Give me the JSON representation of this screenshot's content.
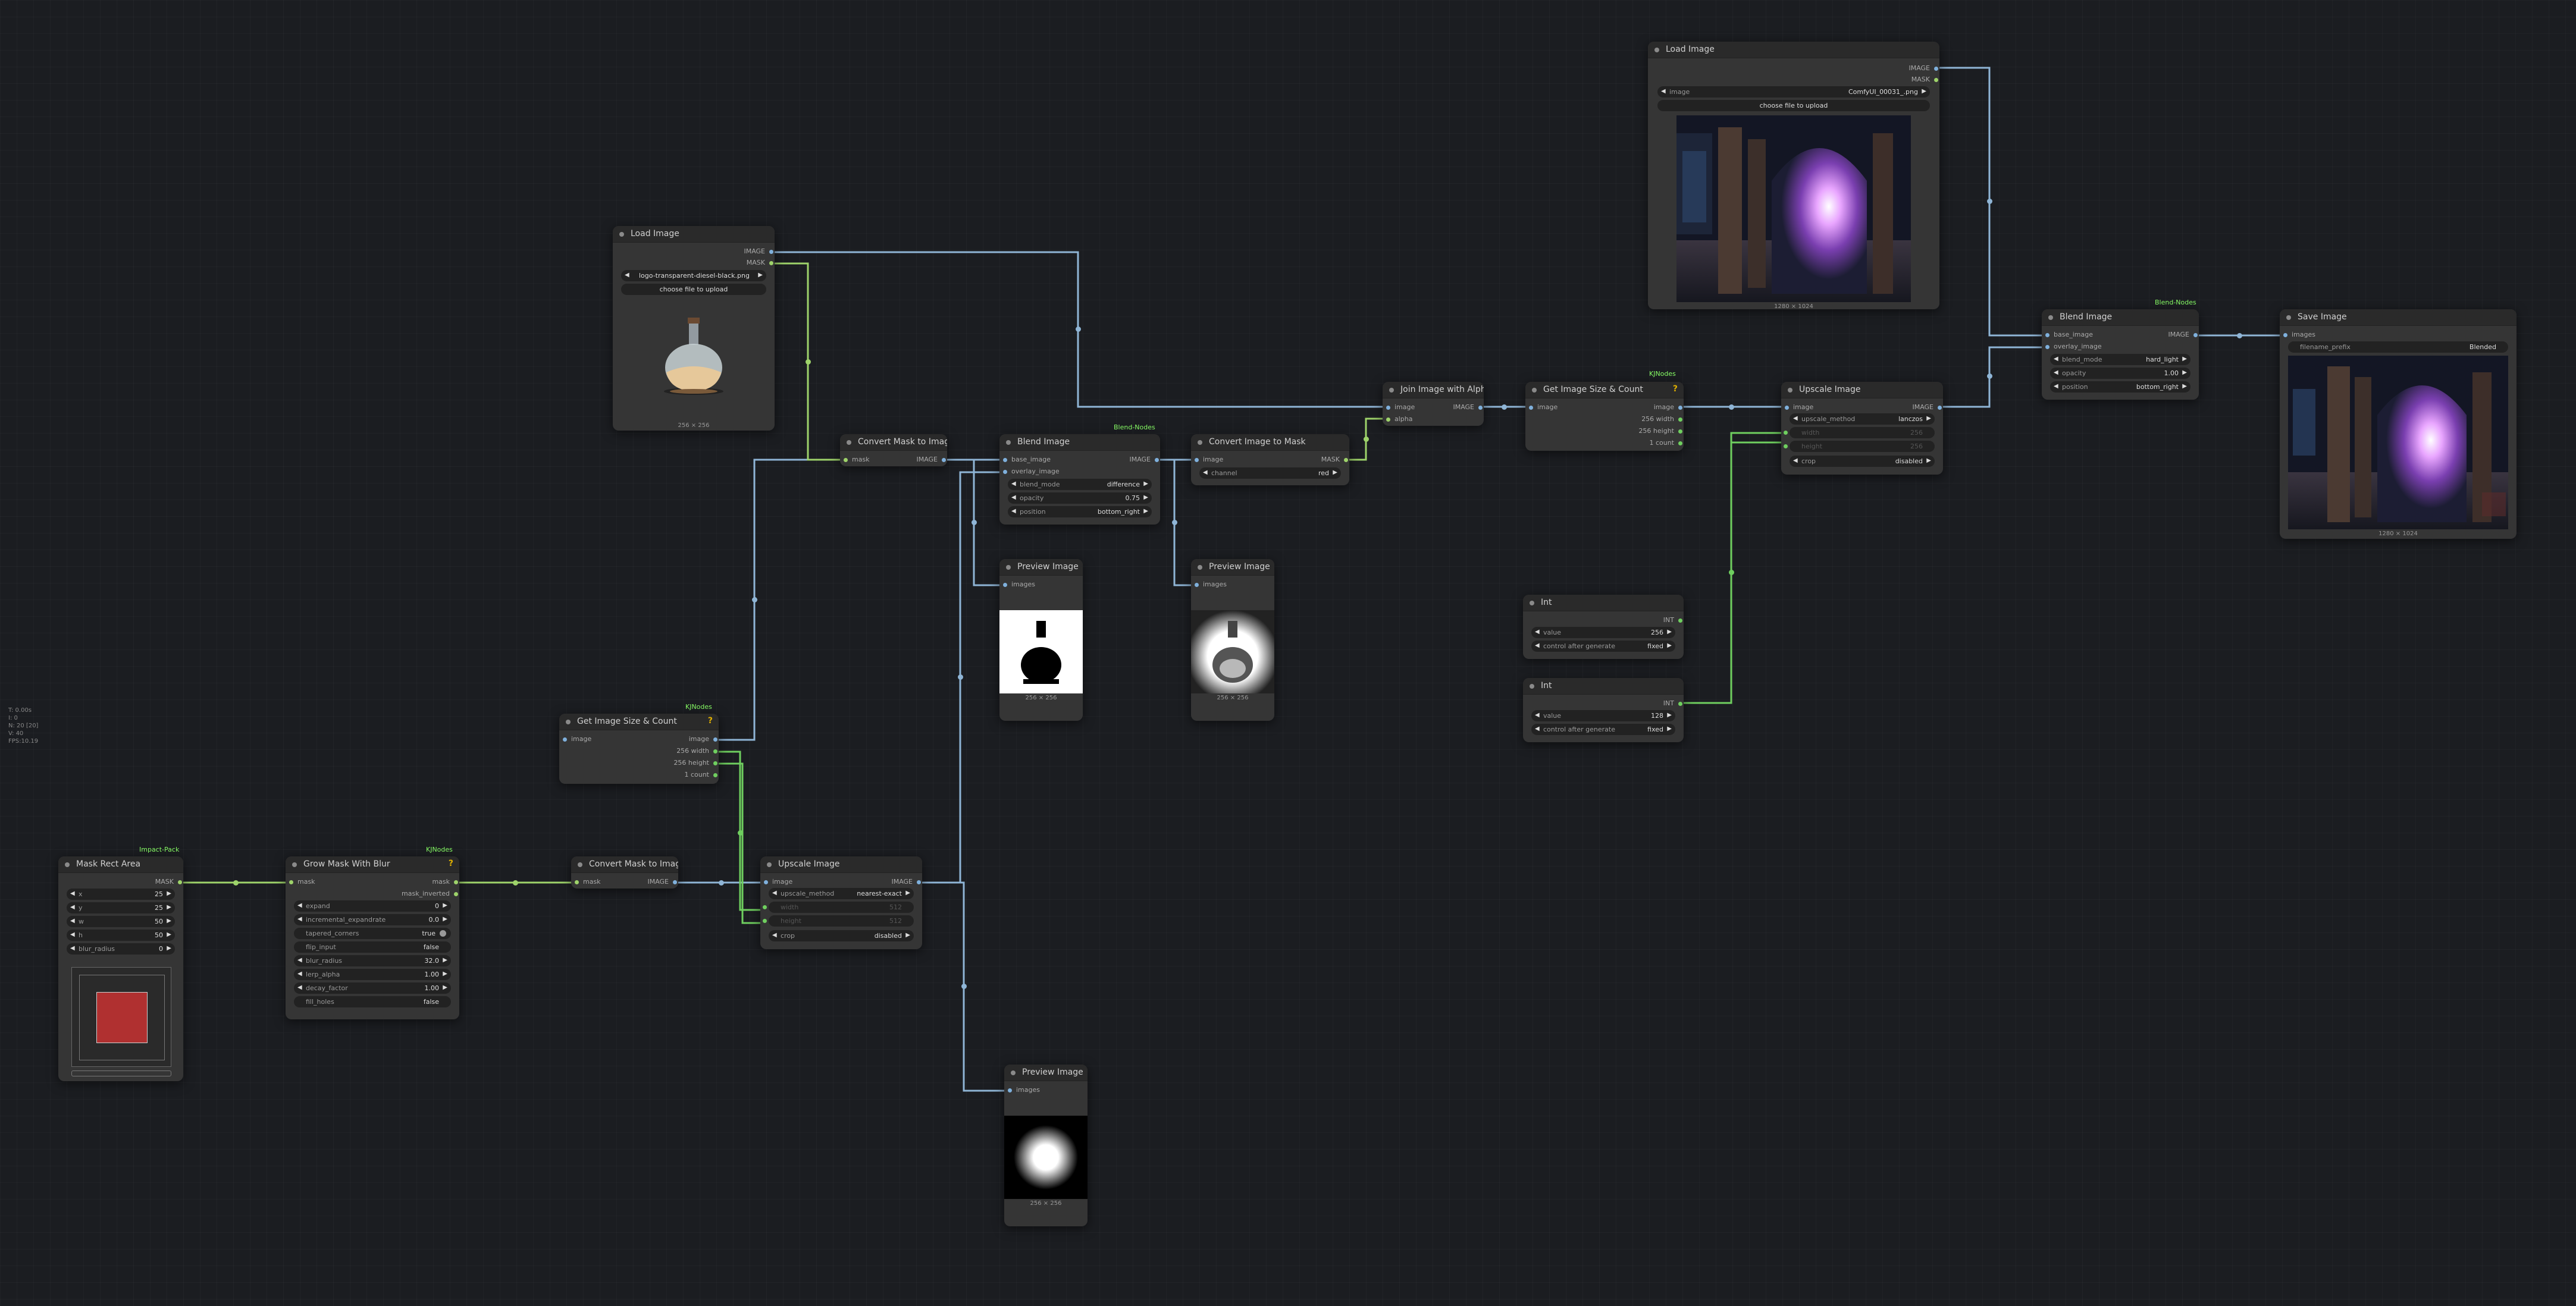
{
  "stats": [
    "T: 0.00s",
    "I: 0",
    "N: 20 [20]",
    "V: 40",
    "FPS:10.19"
  ],
  "nodes": {
    "load_image_top": {
      "title": "Load Image",
      "outputs": [
        "IMAGE",
        "MASK"
      ],
      "image_value": "ComfyUI_00031_.png",
      "upload_label": "choose file to upload",
      "caption": "1280 × 1024"
    },
    "load_image_mid": {
      "title": "Load Image",
      "outputs": [
        "IMAGE",
        "MASK"
      ],
      "image_value": "logo-transparent-diesel-black.png",
      "upload_label": "choose file to upload",
      "caption": "256 × 256"
    },
    "convert_mask_1": {
      "title": "Convert Mask to Image",
      "input": "mask",
      "output": "IMAGE"
    },
    "blend_1": {
      "title": "Blend Image",
      "badge": "Blend-Nodes",
      "inputs": [
        "base_image",
        "overlay_image"
      ],
      "output": "IMAGE",
      "widgets": [
        {
          "label": "blend_mode",
          "value": "difference"
        },
        {
          "label": "opacity",
          "value": "0.75"
        },
        {
          "label": "position",
          "value": "bottom_right"
        }
      ]
    },
    "convert_image_mask": {
      "title": "Convert Image to Mask",
      "input": "image",
      "output": "MASK",
      "widget": {
        "label": "channel",
        "value": "red"
      }
    },
    "join_alpha": {
      "title": "Join Image with Alpha",
      "inputs": [
        "image",
        "alpha"
      ],
      "output": "IMAGE"
    },
    "size_count_top": {
      "title": "Get Image Size & Count",
      "badge": "KJNodes",
      "q": "?",
      "input": "image",
      "outputs": [
        "image",
        "256 width",
        "256 height",
        "1 count"
      ]
    },
    "upscale_top": {
      "title": "Upscale Image",
      "inputs": [
        "image",
        "width",
        "height"
      ],
      "output": "IMAGE",
      "widgets": [
        {
          "label": "upscale_method",
          "value": "lanczos"
        },
        {
          "label": "width",
          "value": "256"
        },
        {
          "label": "height",
          "value": "256"
        },
        {
          "label": "crop",
          "value": "disabled"
        }
      ]
    },
    "blend_2": {
      "title": "Blend Image",
      "badge": "Blend-Nodes",
      "inputs": [
        "base_image",
        "overlay_image"
      ],
      "output": "IMAGE",
      "widgets": [
        {
          "label": "blend_mode",
          "value": "hard_light"
        },
        {
          "label": "opacity",
          "value": "1.00"
        },
        {
          "label": "position",
          "value": "bottom_right"
        }
      ]
    },
    "save_image": {
      "title": "Save Image",
      "input": "images",
      "widget": {
        "label": "filename_prefix",
        "value": "Blended"
      },
      "caption": "1280 × 1024"
    },
    "preview_1": {
      "title": "Preview Image",
      "input": "images",
      "caption": "256 × 256"
    },
    "preview_2": {
      "title": "Preview Image",
      "input": "images",
      "caption": "256 × 256"
    },
    "preview_3": {
      "title": "Preview Image",
      "input": "images",
      "caption": "256 × 256"
    },
    "int_1": {
      "title": "Int",
      "output": "INT",
      "widgets": [
        {
          "label": "value",
          "value": "256"
        },
        {
          "label": "control after generate",
          "value": "fixed"
        }
      ]
    },
    "int_2": {
      "title": "Int",
      "output": "INT",
      "widgets": [
        {
          "label": "value",
          "value": "128"
        },
        {
          "label": "control after generate",
          "value": "fixed"
        }
      ]
    },
    "size_count_left": {
      "title": "Get Image Size & Count",
      "badge": "KJNodes",
      "q": "?",
      "input": "image",
      "outputs": [
        "image",
        "256 width",
        "256 height",
        "1 count"
      ]
    },
    "mask_rect": {
      "title": "Mask Rect Area",
      "badge": "Impact-Pack",
      "output": "MASK",
      "widgets": [
        {
          "label": "x",
          "value": "25"
        },
        {
          "label": "y",
          "value": "25"
        },
        {
          "label": "w",
          "value": "50"
        },
        {
          "label": "h",
          "value": "50"
        },
        {
          "label": "blur_radius",
          "value": "0"
        }
      ]
    },
    "grow_mask": {
      "title": "Grow Mask With Blur",
      "badge": "KJNodes",
      "q": "?",
      "input": "mask",
      "outputs": [
        "mask",
        "mask_inverted"
      ],
      "widgets": [
        {
          "label": "expand",
          "value": "0"
        },
        {
          "label": "incremental_expandrate",
          "value": "0.0"
        },
        {
          "label": "tapered_corners",
          "value": "true"
        },
        {
          "label": "flip_input",
          "value": "false"
        },
        {
          "label": "blur_radius",
          "value": "32.0"
        },
        {
          "label": "lerp_alpha",
          "value": "1.00"
        },
        {
          "label": "decay_factor",
          "value": "1.00"
        },
        {
          "label": "fill_holes",
          "value": "false"
        }
      ]
    },
    "convert_mask_2": {
      "title": "Convert Mask to Image",
      "input": "mask",
      "output": "IMAGE"
    },
    "upscale_bottom": {
      "title": "Upscale Image",
      "inputs": [
        "image",
        "width",
        "height"
      ],
      "output": "IMAGE",
      "widgets": [
        {
          "label": "upscale_method",
          "value": "nearest-exact"
        },
        {
          "label": "width",
          "value": "512"
        },
        {
          "label": "height",
          "value": "512"
        },
        {
          "label": "crop",
          "value": "disabled"
        }
      ]
    }
  },
  "colors": {
    "canvas": "#1b1d21",
    "node": "#353535",
    "title": "#2a2a2a",
    "wire_image": "#8fb5d6",
    "wire_mask": "#9ed36a",
    "wire_int": "#6fcf5f",
    "badge": "#88ff66"
  }
}
